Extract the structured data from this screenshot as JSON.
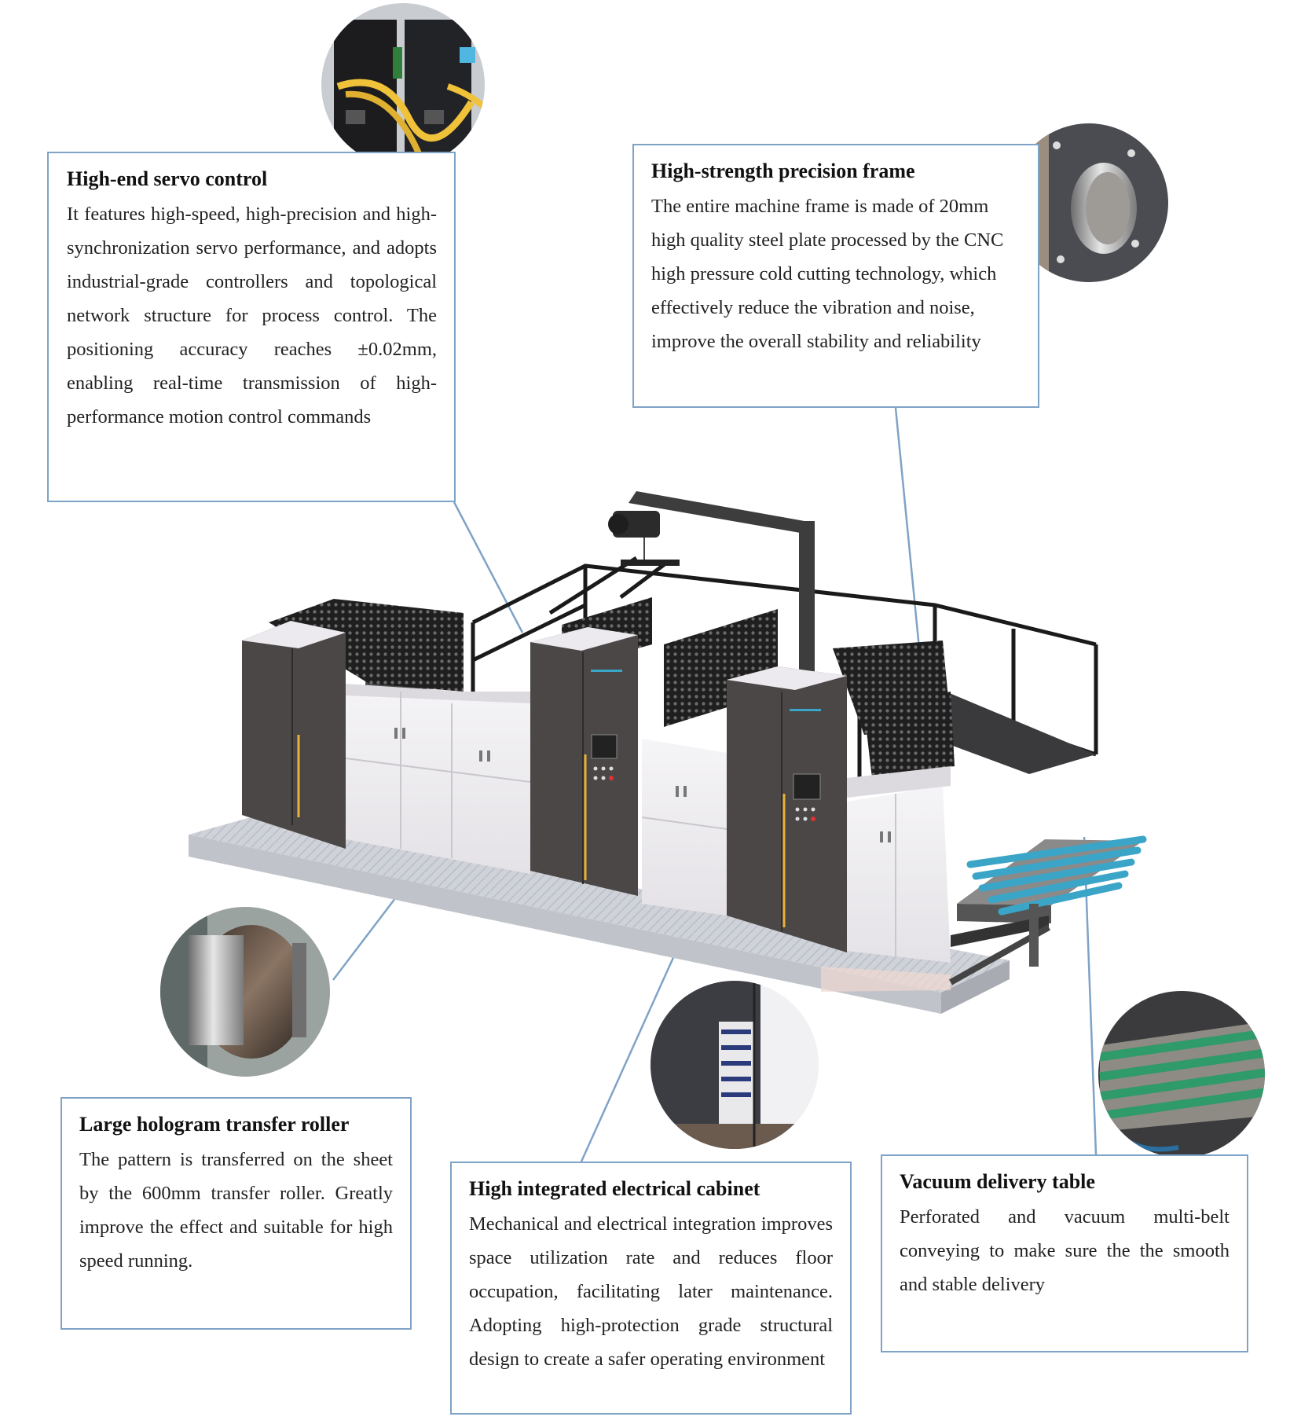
{
  "callouts": {
    "servo": {
      "title": "High-end servo control",
      "body": "It features high-speed, high-precision and high-synchronization servo performance, and adopts industrial-grade controllers and topological network structure for process control. The positioning accuracy reaches ±0.02mm, enabling real-time transmission of high-performance motion control commands"
    },
    "frame": {
      "title": "High-strength precision frame",
      "body": "The entire machine frame is made of 20mm high quality steel plate processed by the CNC high pressure cold cutting technology, which effectively reduce the vibration and noise, improve the overall stability and reliability"
    },
    "roller": {
      "title": "Large hologram transfer roller",
      "body": "The pattern is transferred on the sheet by the 600mm transfer roller. Greatly improve the effect and suitable for high speed running."
    },
    "cabinet": {
      "title": "High integrated electrical cabinet",
      "body": "Mechanical and electrical integration improves space utilization rate and reduces floor occupation, facilitating later maintenance. Adopting high-protection grade structural design to create a safer operating environment"
    },
    "vacuum": {
      "title": "Vacuum delivery table",
      "body": "Perforated and vacuum multi-belt conveying to make sure the the smooth and stable delivery"
    }
  },
  "colors": {
    "callout_border": "#7fa3c6",
    "connector_line": "#7fa3c6",
    "machine_panel_dark": "#4a4746",
    "machine_panel_light": "#eeecef",
    "guard_mesh": "#2a2a2a",
    "conveyor_belt": "#3aa5c7",
    "accent_strip": "#e8b23a"
  },
  "icons": {
    "detail_servo": "servo-drive-photo",
    "detail_frame": "steel-plate-photo",
    "detail_roller": "transfer-roller-photo",
    "detail_cabinet": "electrical-cabinet-photo",
    "detail_vacuum": "vacuum-belt-photo"
  }
}
